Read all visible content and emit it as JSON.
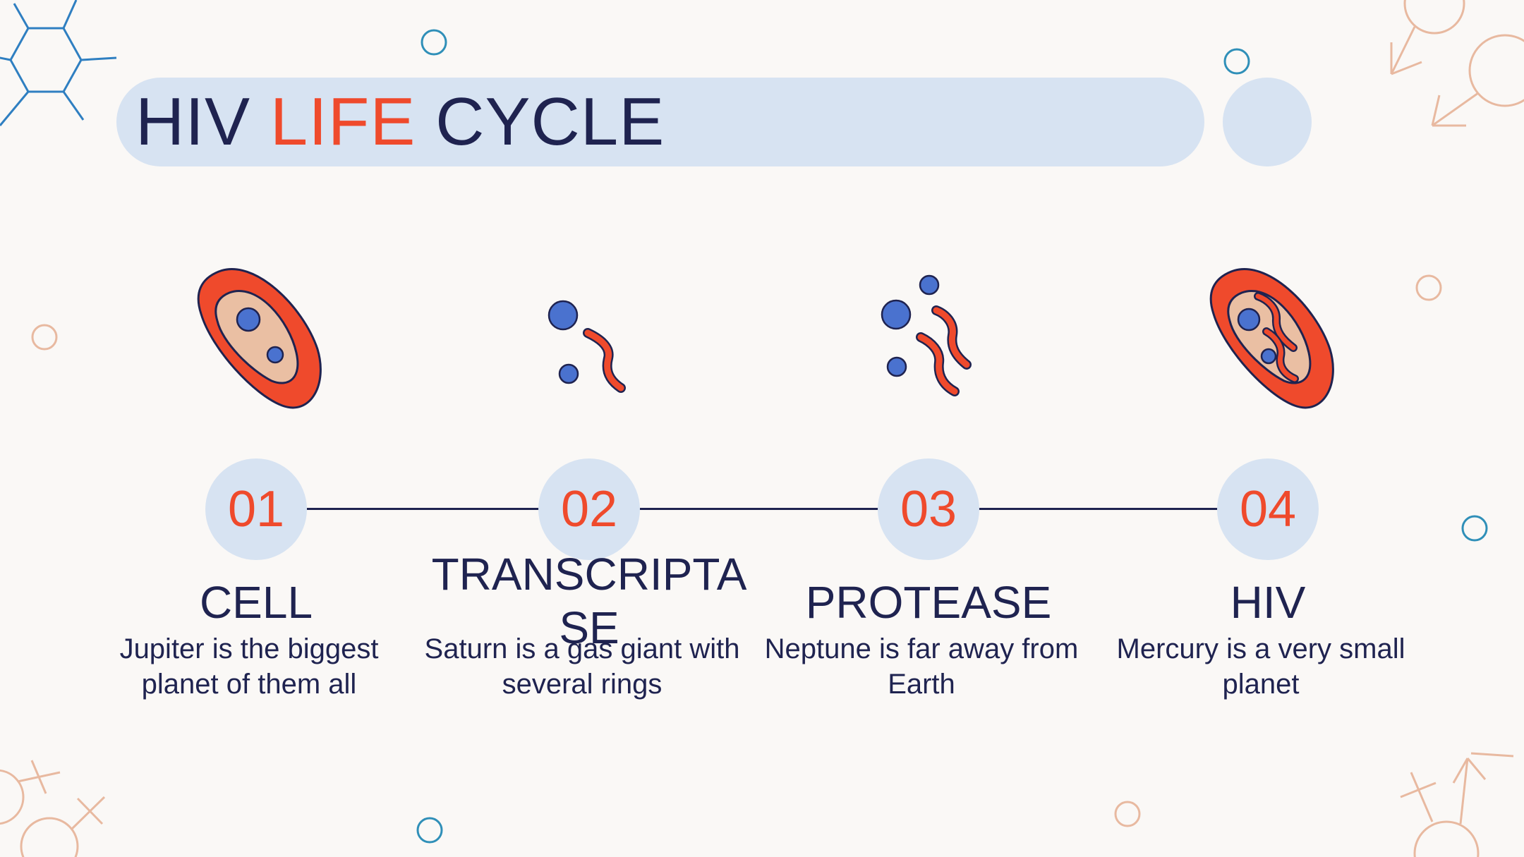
{
  "title": {
    "part1": "HIV ",
    "accent": "LIFE",
    "part2": " CYCLE"
  },
  "colors": {
    "navy": "#1f2350",
    "accent": "#ef4a2c",
    "pale_blue": "#d7e3f2",
    "peach": "#e8b9a0",
    "blue": "#4a72cf"
  },
  "steps": [
    {
      "number": "01",
      "title": "CELL",
      "description": "Jupiter is the biggest planet of them all",
      "icon": "cell-icon"
    },
    {
      "number": "02",
      "title": "TRANSCRIPTASE",
      "description": "Saturn is a gas giant with several rings",
      "icon": "transcriptase-icon"
    },
    {
      "number": "03",
      "title": "PROTEASE",
      "description": "Neptune is far away from Earth",
      "icon": "protease-icon"
    },
    {
      "number": "04",
      "title": "HIV",
      "description": "Mercury is a very small planet",
      "icon": "infected-cell-icon"
    }
  ]
}
